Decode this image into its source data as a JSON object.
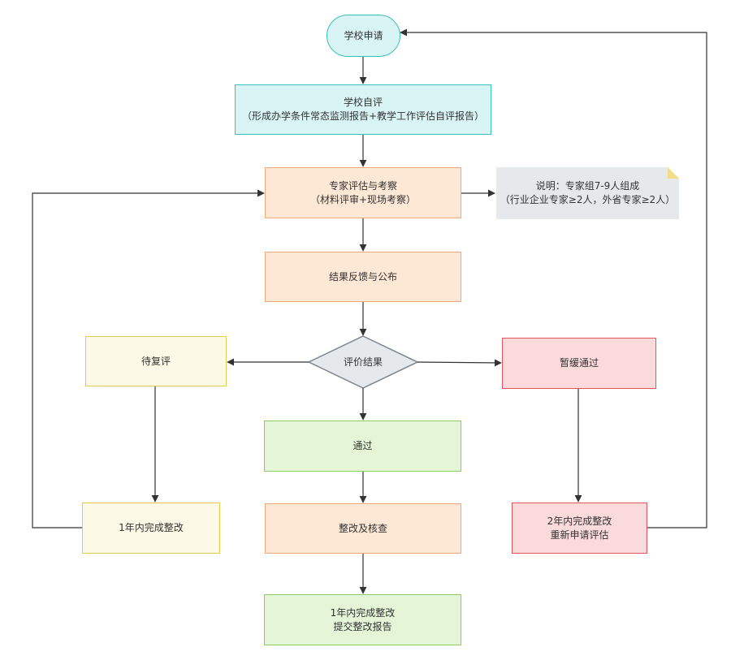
{
  "nodes": {
    "start": {
      "lines": [
        "学校申请"
      ]
    },
    "self_eval": {
      "lines": [
        "学校自评",
        "（形成办学条件常态监测报告+教学工作评估自评报告）"
      ]
    },
    "expert": {
      "lines": [
        "专家评估与考察",
        "（材料评审+现场考察）"
      ]
    },
    "note": {
      "lines": [
        "说明：专家组7-9人组成",
        "（行业企业专家≥2人，外省专家≥2人）"
      ]
    },
    "feedback": {
      "lines": [
        "结果反馈与公布"
      ]
    },
    "decision": {
      "lines": [
        "评价结果"
      ]
    },
    "reeval": {
      "lines": [
        "待复评"
      ]
    },
    "suspend": {
      "lines": [
        "暂缓通过"
      ]
    },
    "pass": {
      "lines": [
        "通过"
      ]
    },
    "left_fix": {
      "lines": [
        "1年内完成整改"
      ]
    },
    "mid_fix": {
      "lines": [
        "整改及核查"
      ]
    },
    "right_fix": {
      "lines": [
        "2年内完成整改",
        "重新申请评估"
      ]
    },
    "final": {
      "lines": [
        "1年内完成整改",
        "提交整改报告"
      ]
    }
  },
  "colors": {
    "cyan_fill": "#d9f4f4",
    "cyan_border": "#38c0bd",
    "orange_fill": "#fde7d5",
    "orange_border": "#f2a878",
    "yellow_fill": "#fdf9e7",
    "yellow_border": "#e4cc4e",
    "red_fill": "#fadada",
    "red_border": "#e2555d",
    "green_fill": "#e4f5d8",
    "green_border": "#8bcd63",
    "note_fill": "#e6e9ec",
    "note_fold": "#f2dc8a",
    "decision_fill": "#e6e9ec",
    "decision_border": "#7c8691",
    "connector": "#333333"
  }
}
